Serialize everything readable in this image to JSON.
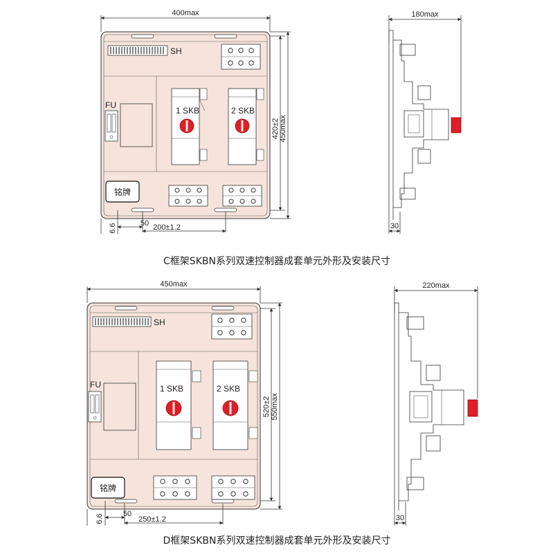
{
  "colors": {
    "panel_fill": "#f6e4dc",
    "knob_red": "#e01e25",
    "ink": "#333333",
    "side_button_red": "#e01e25"
  },
  "c_frame": {
    "width_label": "400max",
    "height_inner_label": "420±2",
    "height_outer_label": "450max",
    "mount_offset_label": "50",
    "mount_span_label": "200±1.2",
    "edge_label": "6.6",
    "sh_label": "SH",
    "fu_label": "FU",
    "skb1_label": "1 SKB",
    "skb2_label": "2 SKB",
    "nameplate_label": "铭牌",
    "side_depth_label": "180max",
    "side_base_label": "30",
    "caption": "C框架SKBN系列双速控制器成套单元外形及安装尺寸"
  },
  "d_frame": {
    "width_label": "450max",
    "height_inner_label": "520±2",
    "height_outer_label": "550max",
    "mount_offset_label": "50",
    "mount_span_label": "250±1.2",
    "edge_label": "6.6",
    "sh_label": "SH",
    "fu_label": "FU",
    "skb1_label": "1 SKB",
    "skb2_label": "2 SKB",
    "nameplate_label": "铭牌",
    "side_depth_label": "220max",
    "side_base_label": "30",
    "caption": "D框架SKBN系列双速控制器成套单元外形及安装尺寸"
  }
}
